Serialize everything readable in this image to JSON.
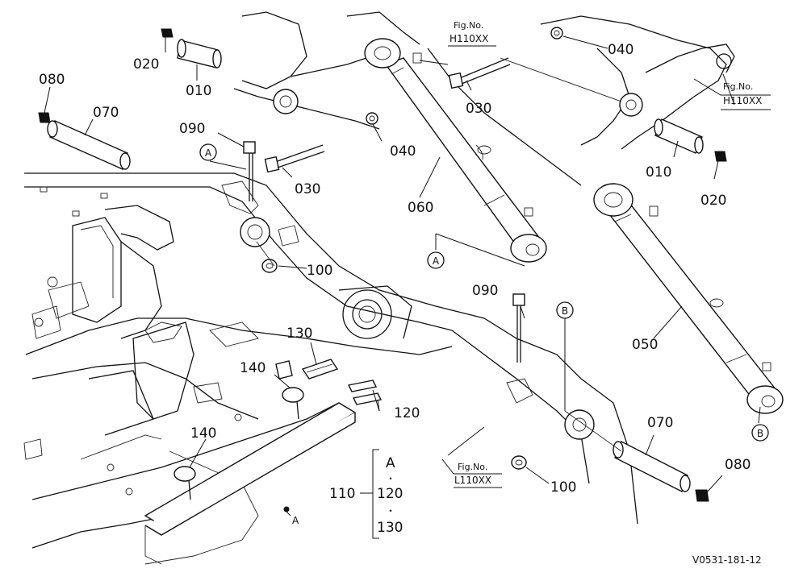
{
  "labels": {
    "p010a": "010",
    "p010b": "010",
    "p020a": "020",
    "p020b": "020",
    "p030a": "030",
    "p030b": "030",
    "p040a": "040",
    "p040b": "040",
    "p050": "050",
    "p060": "060",
    "p070a": "070",
    "p070b": "070",
    "p080a": "080",
    "p080b": "080",
    "p090a": "090",
    "p090b": "090",
    "p100a": "100",
    "p100b": "100",
    "p110": "110",
    "p120a": "120",
    "p120b": "120",
    "p130a": "130",
    "p130b": "130",
    "p140a": "140",
    "p140b": "140"
  },
  "refs": {
    "a1": "A",
    "a2": "A",
    "a3": "A",
    "a4": "A",
    "b1": "B",
    "b2": "B"
  },
  "fig_refs": {
    "top_fig": "Fig.No.",
    "top_code": "H110XX",
    "right_fig": "Fig.No.",
    "right_code": "H110XX",
    "bottom_fig": "Fig.No.",
    "bottom_code": "L110XX"
  },
  "set_group": {
    "item_a": "A",
    "dot1": "・",
    "item_120": "120",
    "dot2": "・",
    "item_130": "130"
  },
  "drawing_code": "V0531-181-12"
}
